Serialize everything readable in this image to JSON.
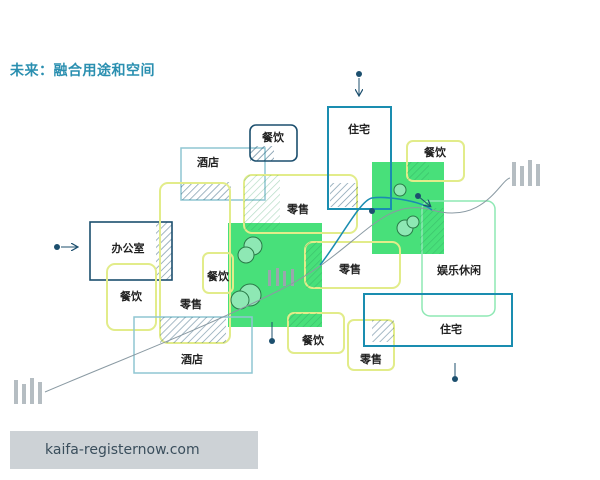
{
  "title": "未来：融合用途和空间",
  "watermark": "kaifa-registernow.com",
  "colors": {
    "navy": "#1c4f6e",
    "blue": "#1a8db0",
    "yellow": "#e2ec8a",
    "green": "#48e07a",
    "mint": "#8ee8b4",
    "teal_outline": "#8fc6d2"
  },
  "labels": {
    "canyin_top": "餐饮",
    "zhuzhai_top": "住宅",
    "jiudian_top": "酒店",
    "canyin_right": "餐饮",
    "lingshou_top": "零售",
    "bangongshi": "办公室",
    "canyin_center": "餐饮",
    "lingshou_mid": "零售",
    "yule": "娱乐休闲",
    "canyin_left": "餐饮",
    "lingshou_left": "零售",
    "zhuzhai_bottom": "住宅",
    "jiudian_bottom": "酒店",
    "canyin_bottom": "餐饮",
    "lingshou_bottom": "零售"
  }
}
